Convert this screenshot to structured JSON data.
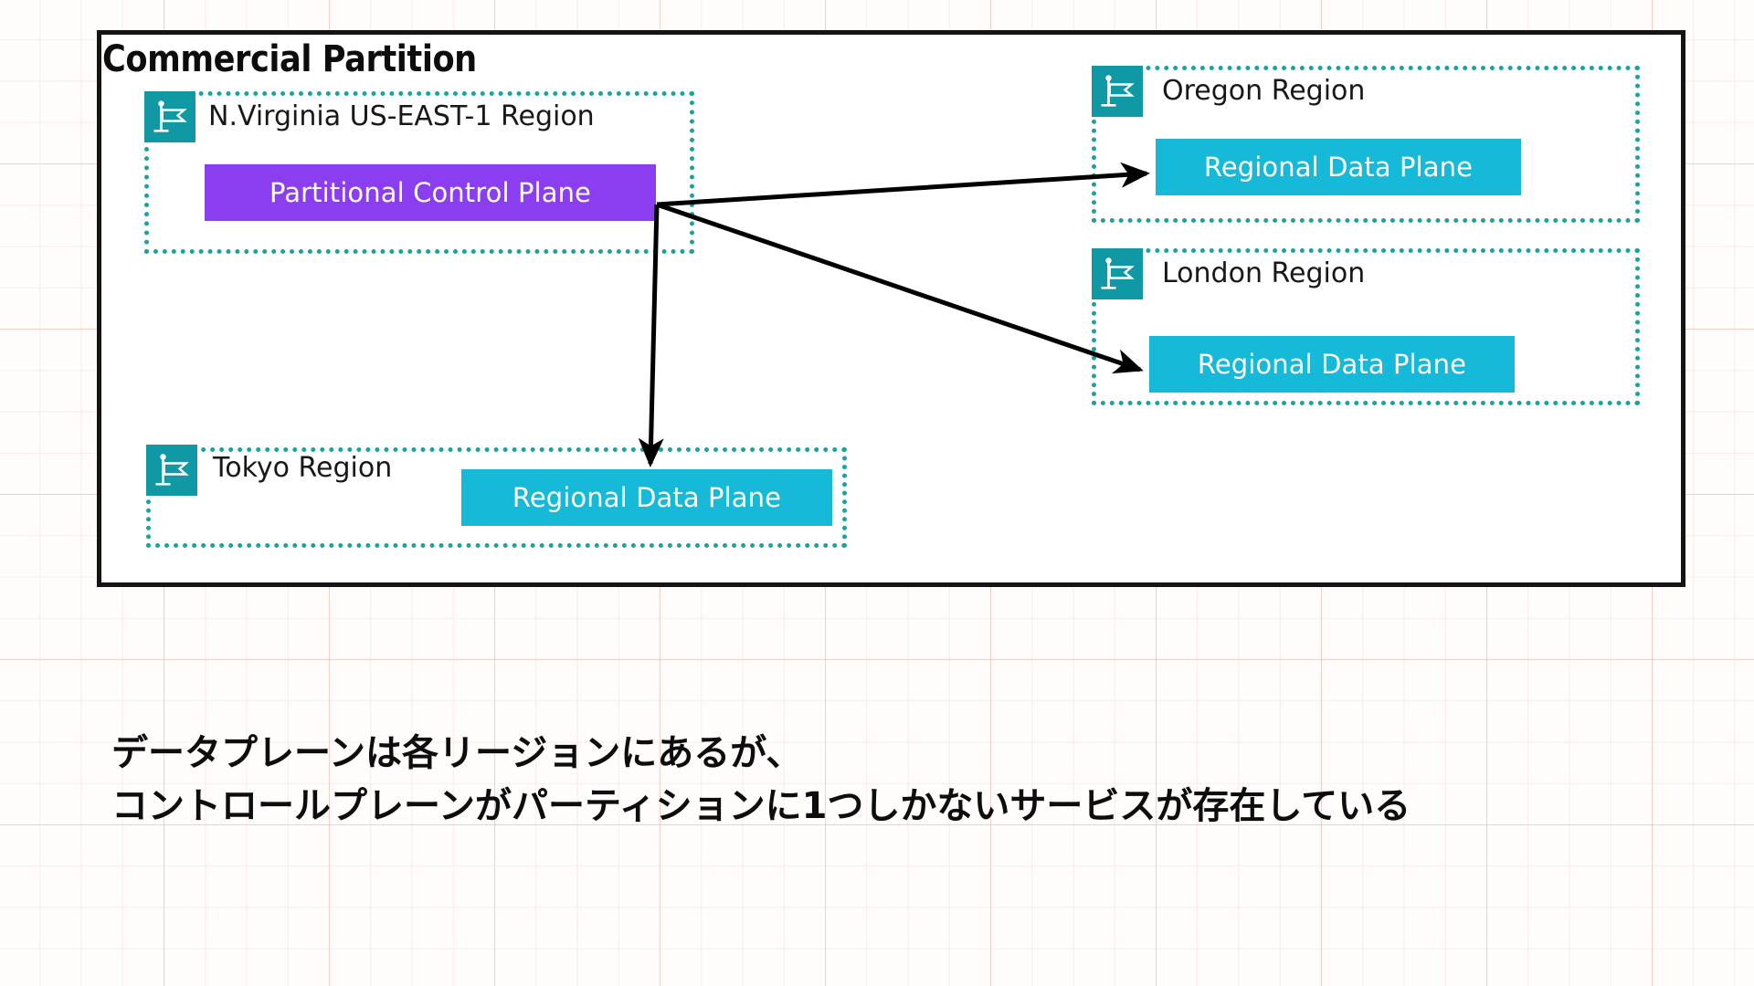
{
  "background": {
    "grid_color": "#e29282",
    "paper_color": "#fffdfc"
  },
  "partition": {
    "title": "Commercial Partition",
    "frame_color": "#141414"
  },
  "colors": {
    "region_border": "#1ba29f",
    "flag_tile": "#1099a4",
    "control_plane": "#8a3ef0",
    "data_plane": "#16b9d8",
    "arrow": "#000000",
    "text_dark": "#18181a",
    "text_light": "#ffffff"
  },
  "regions": [
    {
      "id": "n-virginia",
      "label": "N.Virginia US-EAST-1  Region",
      "flag_icon": "flag-icon",
      "plane": {
        "label": "Partitional Control Plane",
        "kind": "control"
      }
    },
    {
      "id": "oregon",
      "label": "Oregon Region",
      "flag_icon": "flag-icon",
      "plane": {
        "label": "Regional Data Plane",
        "kind": "data"
      }
    },
    {
      "id": "london",
      "label": "London Region",
      "flag_icon": "flag-icon",
      "plane": {
        "label": "Regional Data Plane",
        "kind": "data"
      }
    },
    {
      "id": "tokyo",
      "label": "Tokyo Region",
      "flag_icon": "flag-icon",
      "plane": {
        "label": "Regional Data Plane",
        "kind": "data"
      }
    }
  ],
  "arrows": [
    {
      "id": "to-oregon",
      "from": "partitional-control-plane",
      "to": "oregon-data-plane"
    },
    {
      "id": "to-london",
      "from": "partitional-control-plane",
      "to": "london-data-plane"
    },
    {
      "id": "to-tokyo",
      "from": "partitional-control-plane",
      "to": "tokyo-data-plane"
    }
  ],
  "caption": {
    "line1": "データプレーンは各リージョンにあるが、",
    "line2": "コントロールプレーンがパーティションに1つしかないサービスが存在している"
  }
}
